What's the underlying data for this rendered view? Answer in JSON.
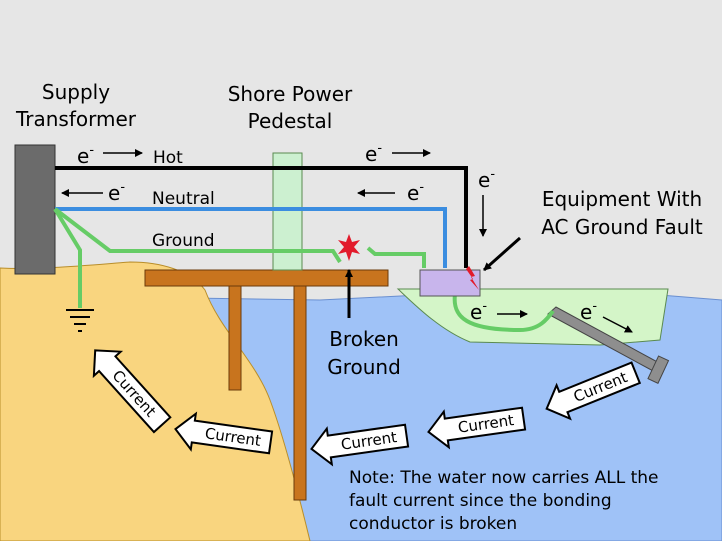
{
  "labels": {
    "supply_line1": "Supply",
    "supply_line2": "Transformer",
    "pedestal_line1": "Shore Power",
    "pedestal_line2": "Pedestal",
    "equipment_line1": "Equipment With",
    "equipment_line2": "AC Ground Fault",
    "broken_line1": "Broken",
    "broken_line2": "Ground",
    "hot": "Hot",
    "neutral": "Neutral",
    "ground": "Ground"
  },
  "electron": {
    "symbol": "e",
    "superscript": "-"
  },
  "current_label": "Current",
  "note": {
    "line1": "Note:  The water now carries ALL the",
    "line2": "fault current since the bonding",
    "line3": "conductor is broken"
  },
  "colors": {
    "background": "#e6e6e6",
    "land": "#f9d57f",
    "water": "#9fc2f7",
    "hot_wire": "#000000",
    "neutral_wire": "#3b8de0",
    "ground_wire": "#66cc66",
    "dock": "#c8741e",
    "boat": "#d4f5c8",
    "pedestal": "#ccf0d0",
    "equipment": "#c8b5ec",
    "transformer": "#6b6b6b",
    "spark": "#e21a2b"
  }
}
